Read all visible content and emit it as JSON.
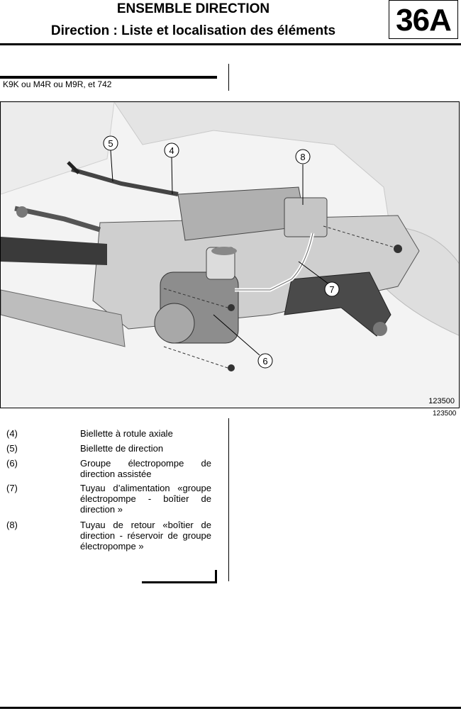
{
  "header": {
    "title": "ENSEMBLE DIRECTION",
    "subtitle": "Direction : Liste et localisation des éléments",
    "section_code": "36A"
  },
  "applicability": "K9K ou M4R ou M9R, et 742",
  "figure": {
    "image_number": "123500",
    "caption_number": "123500",
    "callouts": [
      "4",
      "5",
      "6",
      "7",
      "8"
    ]
  },
  "legend": [
    {
      "num": "(4)",
      "text": "Biellette à rotule axiale"
    },
    {
      "num": "(5)",
      "text": "Biellette de direction"
    },
    {
      "num": "(6)",
      "text": "Groupe électropompe de direction assistée"
    },
    {
      "num": "(7)",
      "text": "Tuyau d’alimentation «groupe électropompe - boîtier de direction »"
    },
    {
      "num": "(8)",
      "text": "Tuyau de retour «boîtier de direction - réservoir de groupe électropompe »"
    }
  ]
}
